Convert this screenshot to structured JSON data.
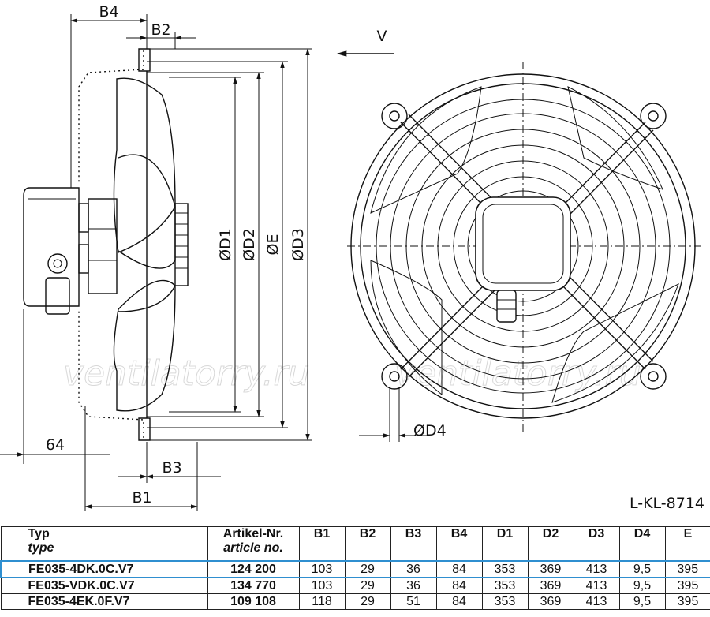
{
  "drawing": {
    "labels": {
      "b4": "B4",
      "b2": "B2",
      "b3": "B3",
      "b1": "B1",
      "d1": "ØD1",
      "d2": "ØD2",
      "e": "ØE",
      "d3": "ØD3",
      "d4": "ØD4",
      "view": "V",
      "dim64": "64"
    },
    "drawing_code": "L-KL-8714",
    "watermark_left": "ventilatorry.ru",
    "watermark_right": "ventilatorry.ru"
  },
  "table": {
    "headers": {
      "typ": "Typ",
      "typ_sub": "type",
      "art": "Artikel-Nr.",
      "art_sub": "article no.",
      "b1": "B1",
      "b2": "B2",
      "b3": "B3",
      "b4": "B4",
      "d1": "D1",
      "d2": "D2",
      "d3": "D3",
      "d4": "D4",
      "e": "E"
    },
    "rows": [
      {
        "typ": "FE035-4DK.0C.V7",
        "art": "124 200",
        "b1": "103",
        "b2": "29",
        "b3": "36",
        "b4": "84",
        "d1": "353",
        "d2": "369",
        "d3": "413",
        "d4": "9,5",
        "e": "395"
      },
      {
        "typ": "FE035-VDK.0C.V7",
        "art": "134 770",
        "b1": "103",
        "b2": "29",
        "b3": "36",
        "b4": "84",
        "d1": "353",
        "d2": "369",
        "d3": "413",
        "d4": "9,5",
        "e": "395"
      },
      {
        "typ": "FE035-4EK.0F.V7",
        "art": "109 108",
        "b1": "118",
        "b2": "29",
        "b3": "51",
        "b4": "84",
        "d1": "353",
        "d2": "369",
        "d3": "413",
        "d4": "9,5",
        "e": "395"
      }
    ],
    "selected_row": 0,
    "highlight_color": "#2f8fd0"
  }
}
